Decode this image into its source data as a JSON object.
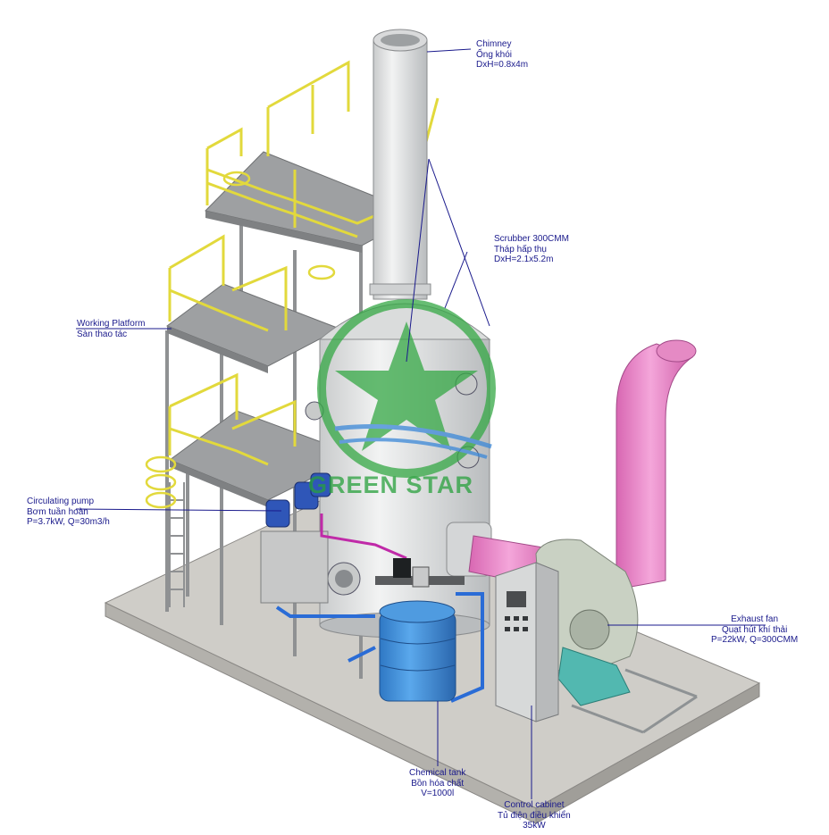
{
  "watermark": {
    "text": "GREEN STAR",
    "color": "#2aa23c"
  },
  "colors": {
    "leader_line": "#1a1a8c",
    "railing": "#e9e04a",
    "steel": "#9ea0a2",
    "duct": "#e98bc9",
    "fan_body": "#c9d1c3",
    "tank": "#3a8fd6",
    "tower": "#e7e8e8",
    "pipe": "#2a6cd6",
    "chem_pipe": "#c02aa8",
    "base": "#c9c7c2",
    "guard": "#52b8b0"
  },
  "labels": {
    "chimney": {
      "line1": "Chimney",
      "line2": "Ống khói",
      "line3": "DxH=0.8x4m"
    },
    "scrubber": {
      "line1": "Scrubber 300CMM",
      "line2": "Tháp hấp thụ",
      "line3": "DxH=2.1x5.2m"
    },
    "platform": {
      "line1": "Working Platform",
      "line2": "Sàn thao tác"
    },
    "pump": {
      "line1": "Circulating pump",
      "line2": "Bơm tuần hoàn",
      "line3": "P=3.7kW, Q=30m3/h"
    },
    "fan": {
      "line1": "Exhaust fan",
      "line2": "Quạt hút khí thải",
      "line3": "P=22kW, Q=300CMM"
    },
    "tank": {
      "line1": "Chemical tank",
      "line2": "Bồn hóa chất",
      "line3": "V=1000l"
    },
    "cabinet": {
      "line1": "Control cabinet",
      "line2": "Tủ điện điều khiển",
      "line3": "35kW"
    }
  }
}
